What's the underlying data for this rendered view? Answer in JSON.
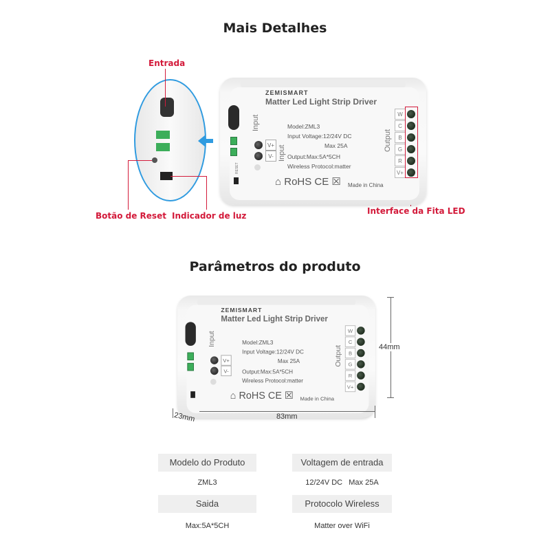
{
  "section1": {
    "title": "Mais Detalhes",
    "labels": {
      "input": "Entrada",
      "reset": "Botão de Reset",
      "indicator": "Indicador de luz",
      "led_interface": "Interface da Fita LED"
    },
    "accent_red": "#d31a3a",
    "accent_blue": "#2f9be0"
  },
  "device": {
    "brand": "ZEMISMART",
    "title": "Matter Led Light Strip Driver",
    "input_label": "Input",
    "reset_label": "RESET",
    "terminals_in": [
      "V+",
      "V-"
    ],
    "model": "Model:ZML3",
    "input_voltage": "Input Voltage:12/24V DC",
    "max": "Max 25A",
    "output": "Output:Max:5A*5CH",
    "protocol": "Wireless Protocol:matter",
    "output_label": "Output",
    "terminals_out": [
      "W",
      "C",
      "B",
      "G",
      "R",
      "V+"
    ],
    "certs": "RoHS CE",
    "made_in": "Made in China"
  },
  "section2": {
    "title": "Parâmetros do produto",
    "dimensions": {
      "height": "44mm",
      "length": "83mm",
      "depth": "23mm"
    },
    "params": [
      {
        "label": "Modelo do Produto",
        "value": "ZML3"
      },
      {
        "label": "Voltagem de entrada",
        "value": "12/24V DC   Max 25A"
      },
      {
        "label": "Saida",
        "value": "Max:5A*5CH"
      },
      {
        "label": "Protocolo Wireless",
        "value": "Matter over WiFi"
      }
    ]
  }
}
